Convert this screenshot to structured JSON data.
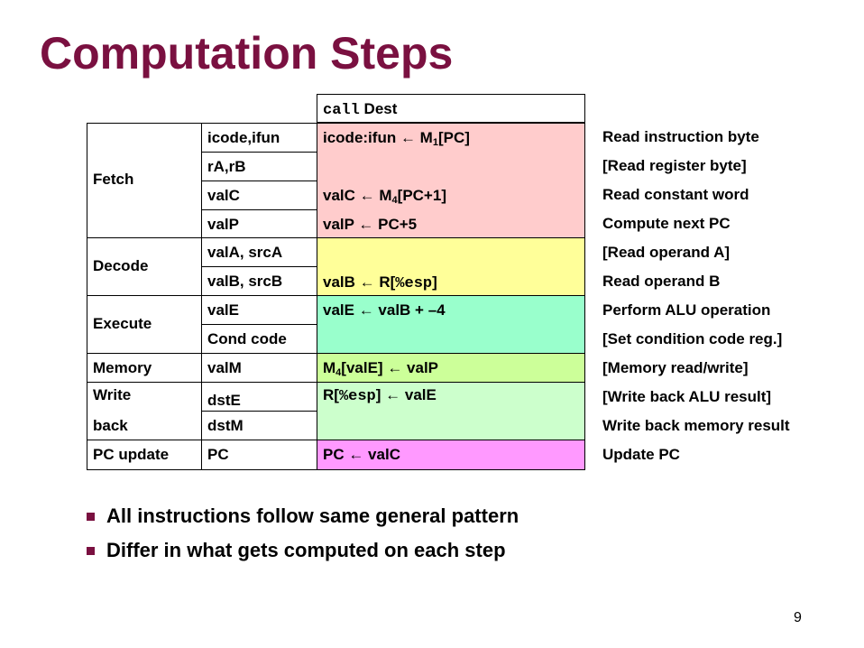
{
  "title": "Computation Steps",
  "header": {
    "instr_mono": "call",
    "instr_rest": " Dest"
  },
  "stages": {
    "fetch": "Fetch",
    "decode": "Decode",
    "execute": "Execute",
    "memory": "Memory",
    "write_line1": "Write",
    "write_line2": "back",
    "pc_update": "PC update"
  },
  "fields": {
    "icode_ifun": "icode,ifun",
    "ra_rb": "rA,rB",
    "valc": "valC",
    "valp": "valP",
    "vala": "valA, srcA",
    "valb": "valB, srcB",
    "vale": "valE",
    "cond": "Cond code",
    "valm": "valM",
    "dste": "dstE",
    "dstm": "dstM",
    "pc": "PC"
  },
  "ops": {
    "fetch1_a": "icode:ifun ← M",
    "fetch1_sub": "1",
    "fetch1_b": "[PC]",
    "fetch3_a": "valC ← M",
    "fetch3_sub": "4",
    "fetch3_b": "[PC+1]",
    "fetch4": "valP ← PC+5",
    "decode2_a": "valB ← R[",
    "decode2_mono": "%esp",
    "decode2_b": "]",
    "execute1": "valE ← valB + –4",
    "memory_a": "M",
    "memory_sub": "4",
    "memory_b": "[valE] ← valP",
    "write1_a": "R[",
    "write1_mono": "%esp",
    "write1_b": "] ← valE",
    "pc_update": "PC ← valC"
  },
  "notes": [
    "Read instruction byte",
    "[Read register byte]",
    "Read constant word",
    "Compute next PC",
    "[Read operand A]",
    "Read operand B",
    "Perform ALU operation",
    "[Set condition code reg.]",
    "[Memory read/write]",
    "[Write back ALU result]",
    "Write back memory result",
    "Update PC"
  ],
  "bullets": [
    "All instructions follow same general pattern",
    "Differ in what gets computed on each step"
  ],
  "page_number": "9",
  "colors": {
    "title": "#7a1040",
    "fetch": "#ffcccc",
    "decode": "#ffff99",
    "execute": "#99ffcc",
    "memory": "#ccff99",
    "write": "#ccffcc",
    "pc_update": "#ff99ff"
  }
}
